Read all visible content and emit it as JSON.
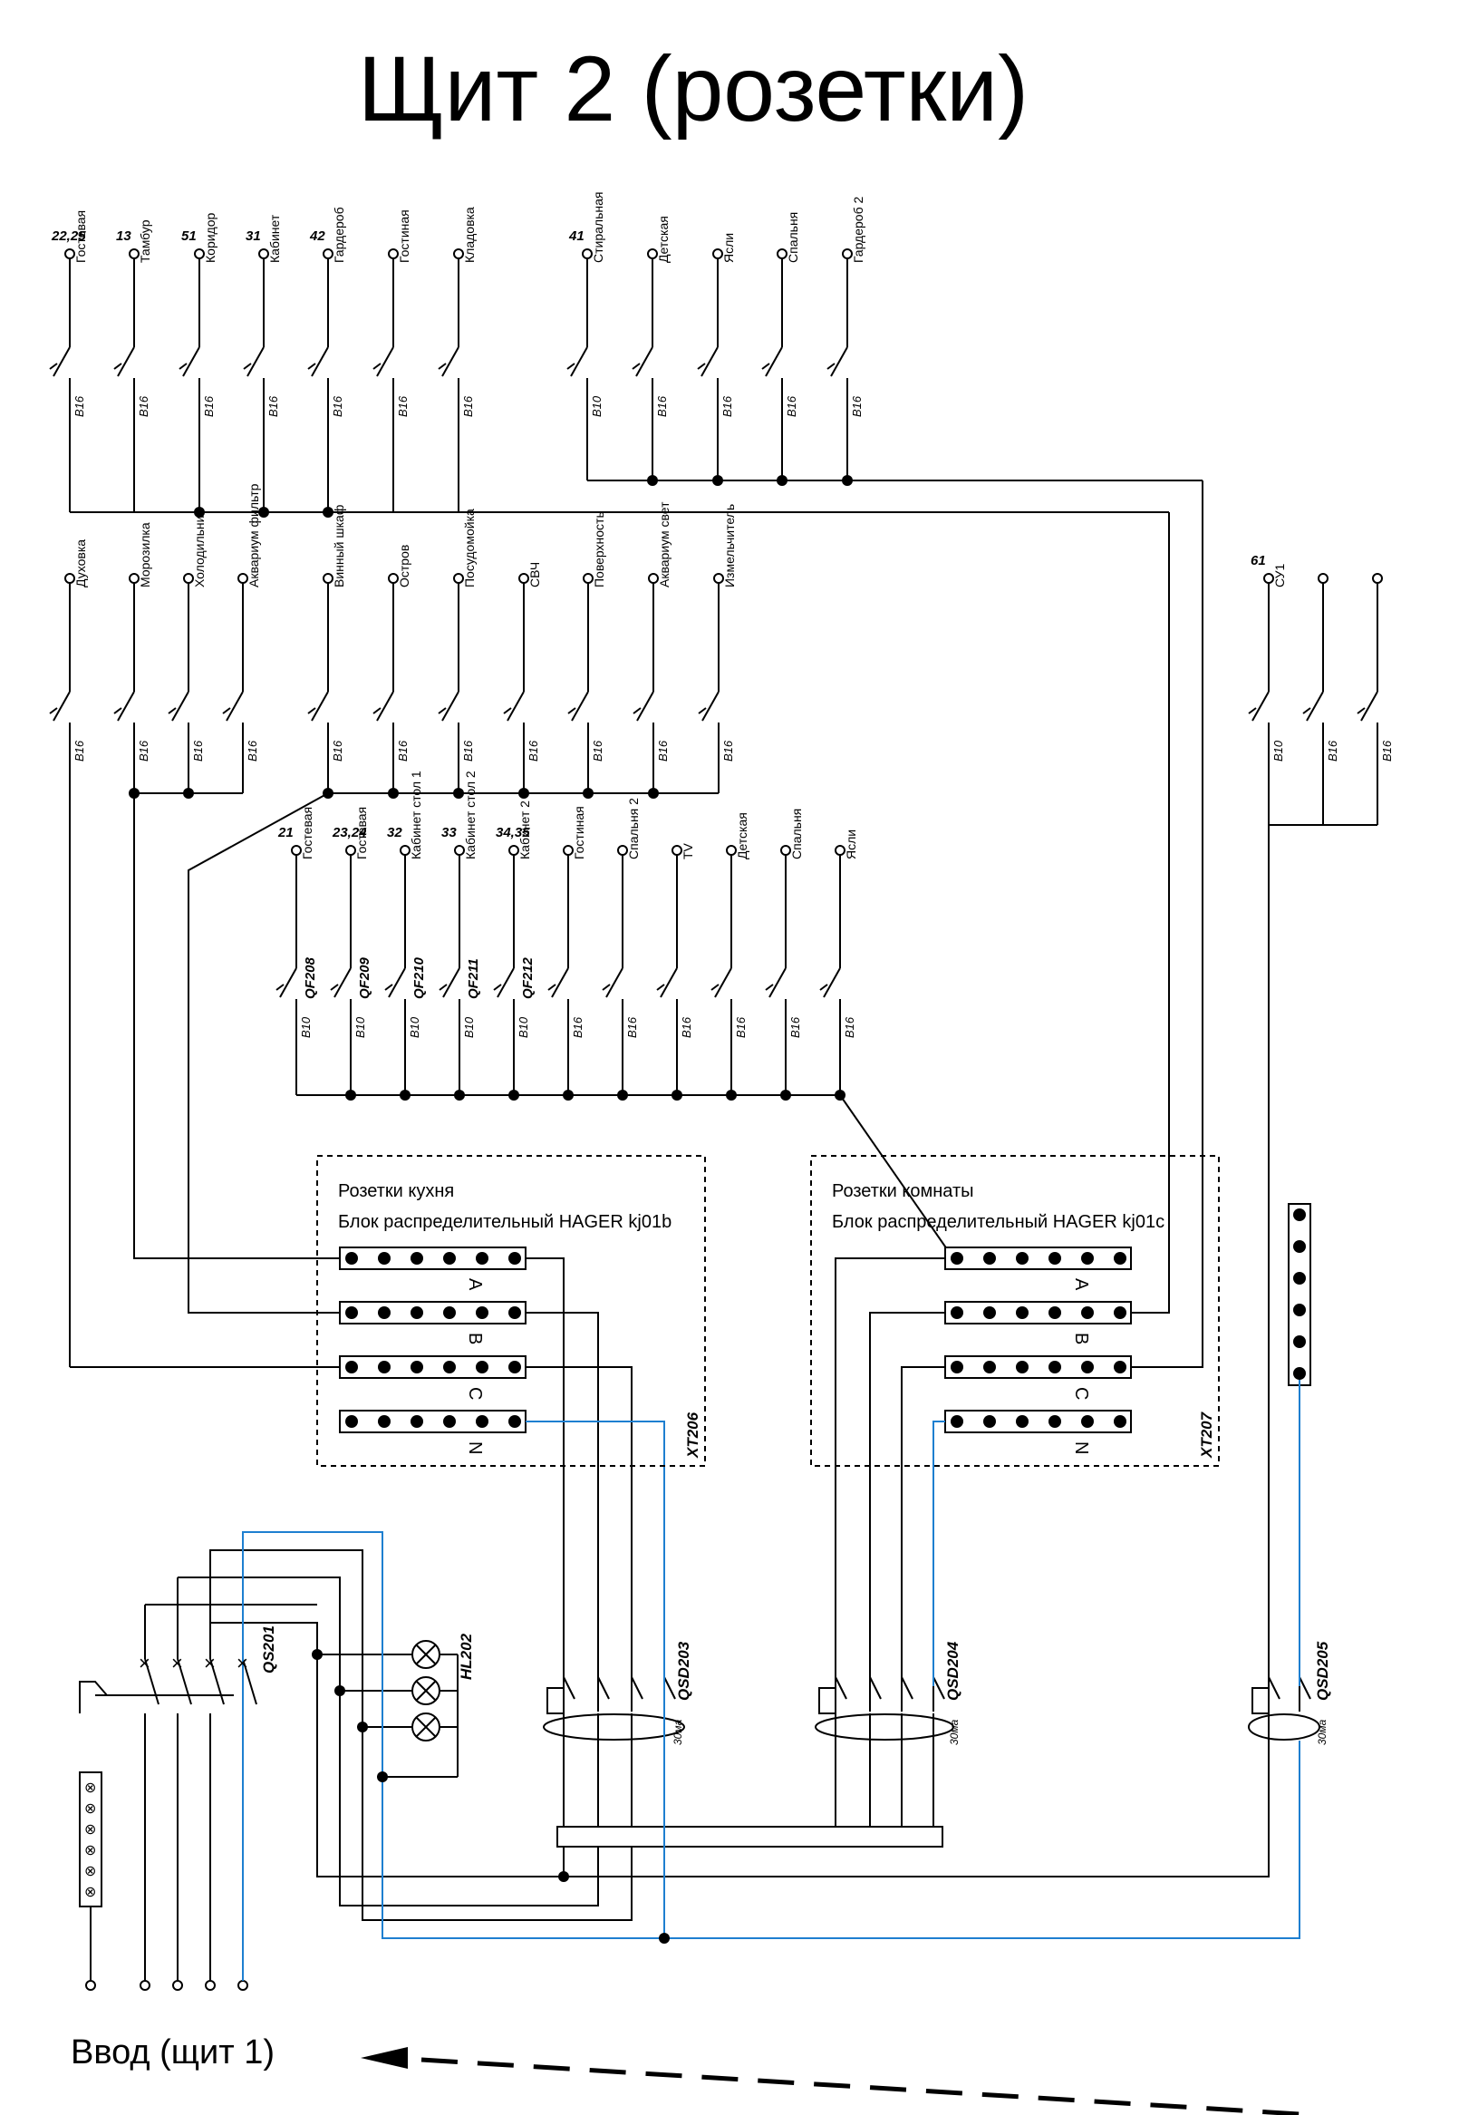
{
  "title": "Щит 2 (розетки)",
  "input_label": "Ввод (щит 1)",
  "colors": {
    "line": "#000000",
    "neutral": "#1e7fd0"
  },
  "group1": {
    "items": [
      {
        "num": "22,25",
        "label": "Гостевая",
        "rating": "B16"
      },
      {
        "num": "13",
        "label": "Тамбур",
        "rating": "B16"
      },
      {
        "num": "51",
        "label": "Коридор",
        "rating": "B16"
      },
      {
        "num": "31",
        "label": "Кабинет",
        "rating": "B16"
      },
      {
        "num": "42",
        "label": "Гардероб",
        "rating": "B16"
      },
      {
        "num": "",
        "label": "Гостиная",
        "rating": "B16"
      },
      {
        "num": "",
        "label": "Кладовка",
        "rating": "B16"
      }
    ]
  },
  "group2": {
    "items": [
      {
        "num": "41",
        "label": "Стиральная",
        "rating": "B10"
      },
      {
        "num": "",
        "label": "Детская",
        "rating": "B16"
      },
      {
        "num": "",
        "label": "Ясли",
        "rating": "B16"
      },
      {
        "num": "",
        "label": "Спальня",
        "rating": "B16"
      },
      {
        "num": "",
        "label": "Гардероб 2",
        "rating": "B16"
      }
    ]
  },
  "group3": {
    "items": [
      {
        "label": "Духовка",
        "rating": "B16"
      },
      {
        "label": "Морозилка",
        "rating": "B16"
      },
      {
        "label": "Холодильник",
        "rating": "B16"
      },
      {
        "label": "Аквариум фильтр",
        "rating": "B16"
      }
    ]
  },
  "group4": {
    "items": [
      {
        "label": "Винный шкаф",
        "rating": "B16"
      },
      {
        "label": "Остров",
        "rating": "B16"
      },
      {
        "label": "Посудомойка",
        "rating": "B16"
      },
      {
        "label": "СВЧ",
        "rating": "B16"
      },
      {
        "label": "Поверхность",
        "rating": "B16"
      },
      {
        "label": "Аквариум свет",
        "rating": "B16"
      },
      {
        "label": "Измельчитель",
        "rating": "B16"
      }
    ]
  },
  "group5": {
    "items": [
      {
        "num": "61",
        "label": "СУ1",
        "rating": "B10"
      },
      {
        "num": "",
        "label": "",
        "rating": "B16"
      },
      {
        "num": "",
        "label": "",
        "rating": "B16"
      }
    ]
  },
  "group6": {
    "items": [
      {
        "num": "21",
        "label": "Гостевая",
        "qf": "QF208",
        "rating": "B10"
      },
      {
        "num": "23,24",
        "label": "Гостевая",
        "qf": "QF209",
        "rating": "B10"
      },
      {
        "num": "32",
        "label": "Кабинет стол 1",
        "qf": "QF210",
        "rating": "B10"
      },
      {
        "num": "33",
        "label": "Кабинет стол 2",
        "qf": "QF211",
        "rating": "B10"
      },
      {
        "num": "34,35",
        "label": "Кабинет 2",
        "qf": "QF212",
        "rating": "B10"
      },
      {
        "num": "",
        "label": "Гостиная",
        "qf": "",
        "rating": "B16"
      },
      {
        "num": "",
        "label": "Спальня 2",
        "qf": "",
        "rating": "B16"
      },
      {
        "num": "",
        "label": "TV",
        "qf": "",
        "rating": "B16"
      },
      {
        "num": "",
        "label": "Детская",
        "qf": "",
        "rating": "B16"
      },
      {
        "num": "",
        "label": "Спальня",
        "qf": "",
        "rating": "B16"
      },
      {
        "num": "",
        "label": "Ясли",
        "qf": "",
        "rating": "B16"
      }
    ]
  },
  "block_kitchen": {
    "title": "Розетки кухня",
    "subtitle": "Блок распределительный HAGER kj01b",
    "tag": "XT206",
    "phases": [
      "A",
      "B",
      "C",
      "N"
    ]
  },
  "block_rooms": {
    "title": "Розетки комнаты",
    "subtitle": "Блок распределительный HAGER kj01c",
    "tag": "XT207",
    "phases": [
      "A",
      "B",
      "C",
      "N"
    ]
  },
  "devices": {
    "main_switch": "QS201",
    "lamps": "HL202",
    "rcd1": "QSD203",
    "rcd2": "QSD204",
    "rcd3": "QSD205",
    "rcd_current": "30ма"
  }
}
